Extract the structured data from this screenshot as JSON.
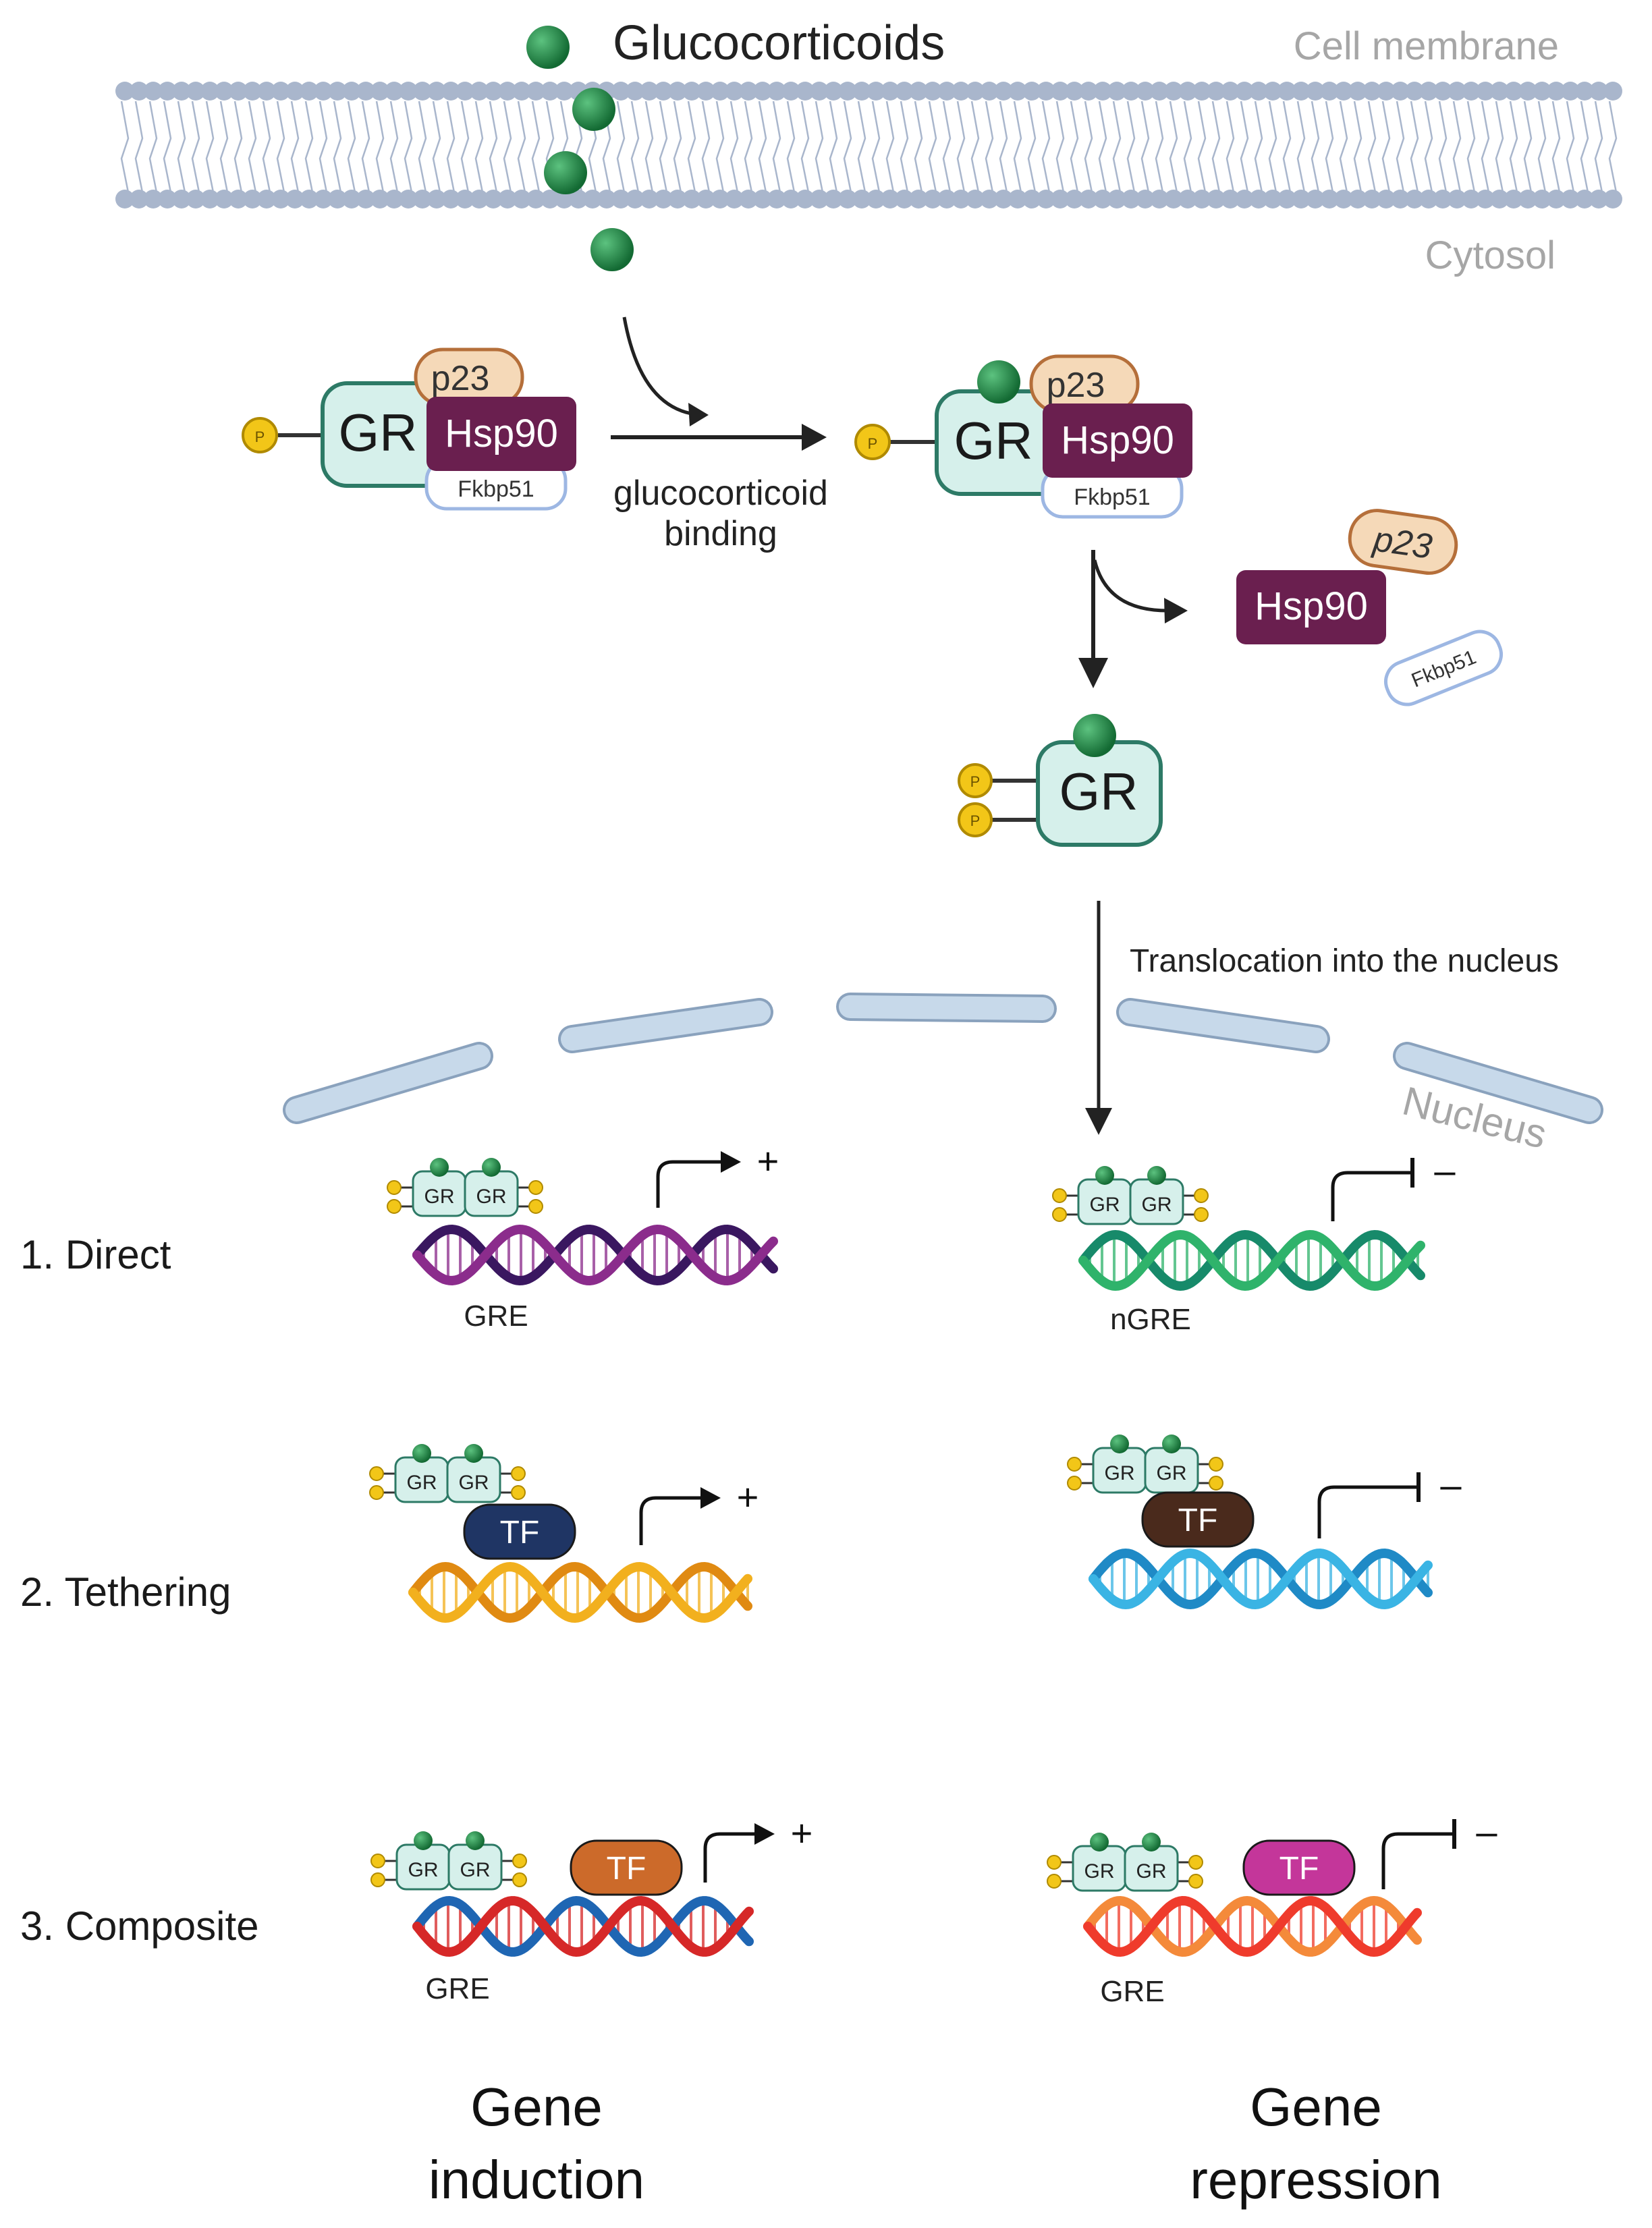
{
  "labels": {
    "glucocorticoids": "Glucocorticoids",
    "cell_membrane": "Cell membrane",
    "cytosol": "Cytosol",
    "binding_l1": "glucocorticoid",
    "binding_l2": "binding",
    "translocation": "Translocation into the nucleus",
    "nucleus": "Nucleus",
    "direct": "1.  Direct",
    "tethering": "2. Tethering",
    "composite": "3. Composite",
    "gre": "GRE",
    "ngre": "nGRE",
    "induction_l1": "Gene",
    "induction_l2": "induction",
    "repression_l1": "Gene",
    "repression_l2": "repression",
    "plus": "+",
    "minus": "–"
  },
  "proteins": {
    "gr": "GR",
    "hsp90": "Hsp90",
    "p23": "p23",
    "fkbp51": "Fkbp51",
    "tf": "TF",
    "p": "P"
  },
  "colors": {
    "ligand": "#1f8a46",
    "gr_fill": "#d6f0eb",
    "gr_stroke": "#2d7a66",
    "hsp90": "#6a1f4f",
    "p23_fill": "#f5d9b8",
    "p23_stroke": "#b56f3a",
    "fkbp_fill": "#ffffff",
    "fkbp_stroke": "#9db7e3",
    "phospho": "#f2c618",
    "membrane": "#a9b6cc",
    "nucleus": "#c7d9ea",
    "grey_text": "#a6a6a6",
    "tf_tether_induction": "#1f3564",
    "tf_tether_repression": "#4a2a1c",
    "tf_comp_induction": "#cc6a2a",
    "tf_comp_repression": "#c4369a",
    "dna_direct_induction": [
      "#8b2c8c",
      "#3a1760"
    ],
    "dna_direct_repression": [
      "#2fb36b",
      "#178a6a"
    ],
    "dna_tether_induction": [
      "#f2b01e",
      "#e08a12"
    ],
    "dna_tether_repression": [
      "#3ab4e4",
      "#1f8ac6"
    ],
    "dna_comp_induction": [
      "#d62828",
      "#1f66b3"
    ],
    "dna_comp_repression": [
      "#ef3b2c",
      "#f48a3a"
    ]
  }
}
